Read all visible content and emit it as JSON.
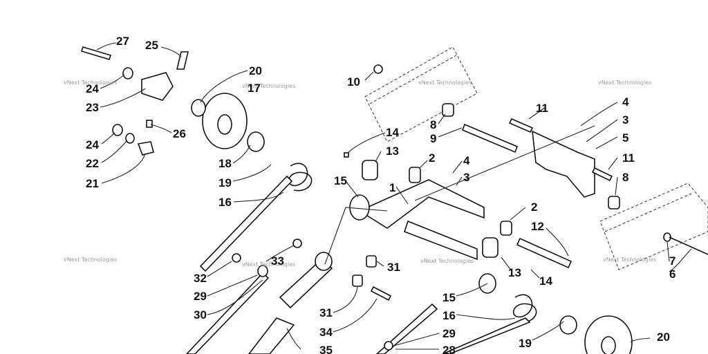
{
  "watermark": "vNext Technologies",
  "part_numbers": [
    "1",
    "2",
    "3",
    "4",
    "5",
    "6",
    "7",
    "8",
    "9",
    "10",
    "11",
    "12",
    "13",
    "14",
    "15",
    "16",
    "17",
    "18",
    "19",
    "20",
    "21",
    "22",
    "23",
    "24",
    "25",
    "26",
    "27",
    "28",
    "29",
    "30",
    "31",
    "32",
    "33",
    "34",
    "35"
  ]
}
